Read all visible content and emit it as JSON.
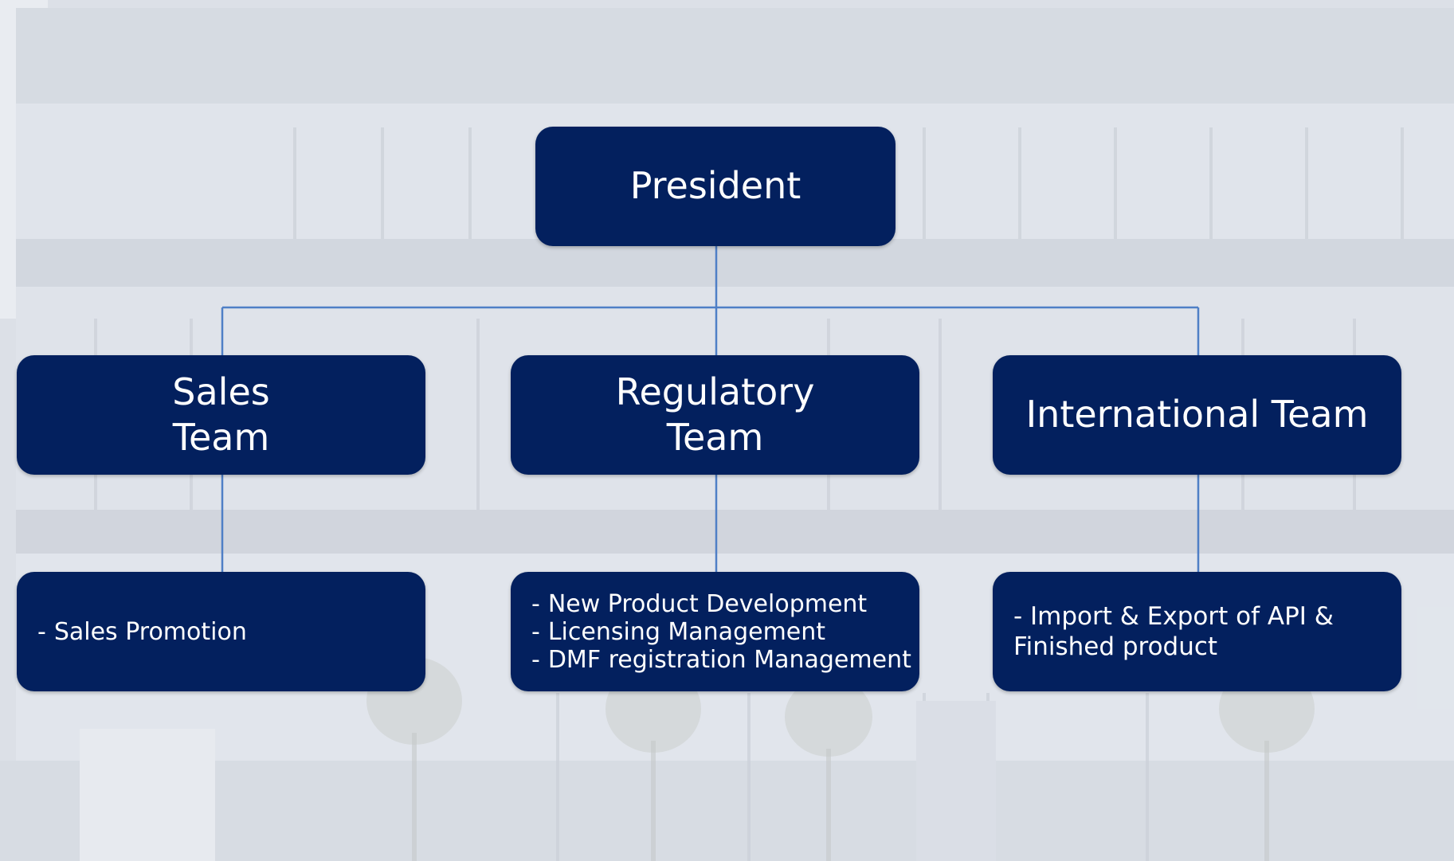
{
  "colors": {
    "node_fill": "#03205e",
    "node_text": "#ffffff",
    "connector": "#4f7fc6",
    "background": "#dfe3e8"
  },
  "org_chart": {
    "root": {
      "label": "President"
    },
    "teams": [
      {
        "label": "Sales\nTeam",
        "duties": [
          "Sales Promotion"
        ]
      },
      {
        "label": "Regulatory\nTeam",
        "duties": [
          "New Product Development",
          "Licensing Management",
          "DMF registration Management"
        ]
      },
      {
        "label": "International Team",
        "duties_text": "- Import & Export of API & Finished product"
      }
    ]
  }
}
